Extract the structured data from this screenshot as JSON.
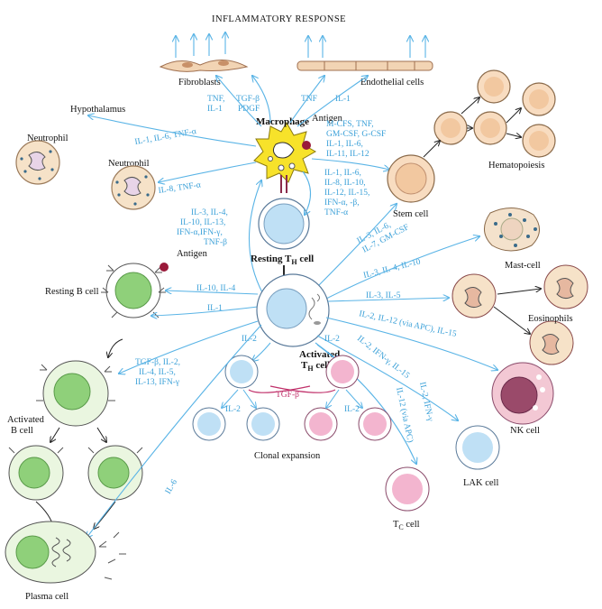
{
  "title": "INFLAMMATORY RESPONSE",
  "colors": {
    "cytokine_text": "#3aa0d8",
    "arrow": "#5ab4e6",
    "b_cell": "#8fd07a",
    "th_cell": "#bfe0f5",
    "macrophage": "#f7e22a",
    "eosinophil_granule": "#b0203a",
    "tgf_block": "#c0306a",
    "pink_cell": "#f3b5cf"
  },
  "cells": {
    "fibroblasts": "Fibroblasts",
    "endothelial": "Endothelial cells",
    "hypothalamus": "Hypothalamus",
    "neutrophil_1": "Neutrophil",
    "neutrophil_2": "Neutrophil",
    "macrophage": "Macrophage",
    "antigen_top": "Antigen",
    "antigen_b": "Antigen",
    "hematopoiesis": "Hematopoiesis",
    "stem_cell": "Stem cell",
    "resting_th": "Resting T",
    "resting_th_sub": "H",
    "resting_th_suffix": " cell",
    "mast_cell": "Mast-cell",
    "resting_b": "Resting B cell",
    "eosinophils": "Eosinophils",
    "activated_th": "Activated",
    "activated_th_2": "T",
    "activated_th_sub": "H",
    "activated_th_suffix": " cell",
    "activated_b_1": "Activated",
    "activated_b_2": "B cell",
    "nk_cell": "NK cell",
    "clonal_expansion": "Clonal expansion",
    "lak_cell": "LAK cell",
    "tc_cell": "T",
    "tc_sub": "C",
    "tc_suffix": " cell",
    "plasma_cell": "Plasma cell"
  },
  "cytokines": {
    "tnf_il1_fib": "TNF,",
    "il1_fib": "IL-1",
    "tgfb": "TGF-β",
    "pdgf": "PDGF",
    "tnf_endo": "TNF",
    "il1_endo": "IL-1",
    "hypo": "IL-1, IL-6, TNF-α",
    "neut": "IL-8, TNF-α",
    "mcsf_1": "M-CFS, TNF,",
    "mcsf_2": "GM-CSF, G-CSF",
    "mcsf_3": "IL-1, IL-6,",
    "mcsf_4": "IL-11, IL-12",
    "th_mac_1": "IL-1, IL-6,",
    "th_mac_2": "IL-8, IL-10,",
    "th_mac_3": "IL-12, IL-15,",
    "th_mac_4": "IFN-α, -β,",
    "th_mac_5": "TNF-α",
    "mac_th_1": "IL-3, IL-4,",
    "mac_th_2": "IL-10, IL-13,",
    "mac_th_3": "IFN-α,IFN-γ,",
    "mac_th_4": "TNF-β",
    "stem_1": "IL-3, IL-6,",
    "stem_2": "IL-7, GM-CSF",
    "mast": "IL-3, IL-4, IL-10",
    "b_rest": "IL-10, IL-4",
    "eos": "IL-3, IL-5",
    "il1_b": "IL-1",
    "nk": "IL-2, IL-12 (via APC), IL-15",
    "il2_left": "IL-2",
    "il2_right": "IL-2",
    "act_b_1": "TGF-β, IL-2,",
    "act_b_2": "IL-4, IL-5,",
    "act_b_3": "IL-13, IFN-γ",
    "tgf_mid": "TGF-β",
    "il2_c1": "IL-2",
    "il2_c2": "IL-2",
    "lak": "IL-2, IFN-γ, IL-15",
    "tc_1": "IL-12 (via APC)",
    "tc_2": "IL-2, IFN-γ",
    "il6": "IL-6"
  }
}
